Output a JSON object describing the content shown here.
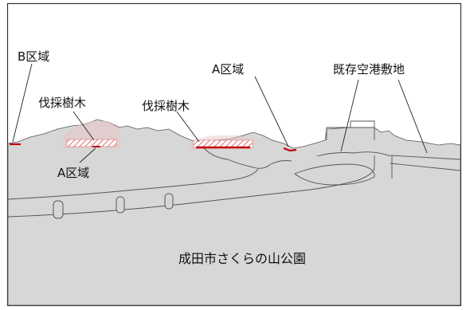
{
  "labels": {
    "b_zone": "B区域",
    "a_zone_top": "A区域",
    "a_zone_bottom": "A区域",
    "felling_left": "伐採樹木",
    "felling_center": "伐採樹木",
    "airport_site": "既存空港敷地",
    "park": "成田市さくらの山公園"
  },
  "colors": {
    "background": "#ffffff",
    "frame": "#333333",
    "terrain_fill": "#d7d7d7",
    "outline": "#555555",
    "leader": "#222222",
    "zone_line": "#c0000a",
    "felling_hatch": "#e07a7a",
    "canopy_tint": "#e9c5c5"
  }
}
